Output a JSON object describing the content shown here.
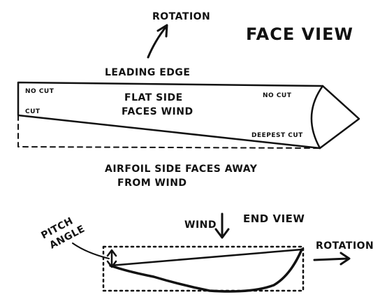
{
  "face_view": {
    "title": "FACE VIEW",
    "rotation_label": "ROTATION",
    "leading_edge_label": "LEADING EDGE",
    "no_cut_left": "NO CUT",
    "no_cut_right": "NO CUT",
    "cut_label": "CUT",
    "flat_side_line1": "FLAT SIDE",
    "flat_side_line2": "FACES WIND",
    "deepest_cut_label": "DEEPEST CUT",
    "airfoil_line1": "AIRFOIL SIDE FACES AWAY",
    "airfoil_line2": "FROM WIND"
  },
  "end_view": {
    "title": "END VIEW",
    "wind_label": "WIND",
    "pitch_line1": "PITCH",
    "pitch_line2": "ANGLE",
    "rotation_label": "ROTATION"
  }
}
